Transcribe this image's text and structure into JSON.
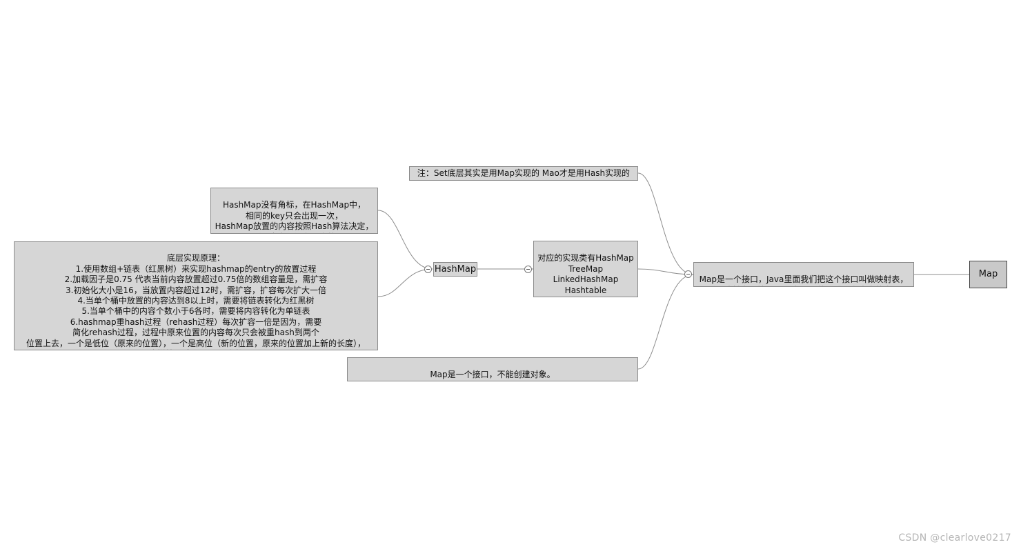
{
  "mindmap": {
    "root": {
      "label": "Map"
    },
    "center": {
      "text": "Map是一个接口，Java里面我们把这个接口叫做映射表，\n所谓映射表，就是以一种K，V的形式保存内容的容器"
    },
    "note": {
      "text": "注：Set底层其实是用Map实现的    Mao才是用Hash实现的"
    },
    "impl_classes": {
      "text": "对应的实现类有HashMap\nTreeMap\nLinkedHashMap\nHashtable\nConcurrenHashMap"
    },
    "interface_note": {
      "text": "Map是一个接口，不能创建对象。\n所以Java给出了对应的实现类，如果创建一个,Map，需要使用对应的实现类"
    },
    "hashmap": {
      "label": "HashMap"
    },
    "hashmap_order": {
      "text": "HashMap没有角标，在HashMap中，\n相同的key只会出现一次，\nHashMap放置的内容按照Hash算法决定，\n所以内容是没有顺序的"
    },
    "hashmap_impl": {
      "text": "底层实现原理：\n1.使用数组+链表（红黑树）来实现hashmap的entry的放置过程\n2.加载因子是0.75    代表当前内容放置超过0.75倍的数组容量是，需扩容\n3.初始化大小是16，当放置内容超过12时，需扩容，扩容每次扩大一倍\n4.当单个桶中放置的内容达到8以上时，需要将链表转化为红黑树\n5.当单个桶中的内容个数小于6各时，需要将内容转化为单链表\n6.hashmap重hash过程（rehash过程）每次扩容一倍是因为，需要\n简化rehash过程，过程中原来位置的内容每次只会被重hash到两个\n位置上去，一个是低位（原来的位置），一个是高位（新的位置，原来的位置加上新的长度），\n这样就可减少rehash次数"
    }
  },
  "watermark": {
    "text": "CSDN @clearlove0217"
  },
  "colors": {
    "node_fill": "#d6d6d6",
    "node_border": "#8a8a8a",
    "link": "#8c8c8c"
  }
}
